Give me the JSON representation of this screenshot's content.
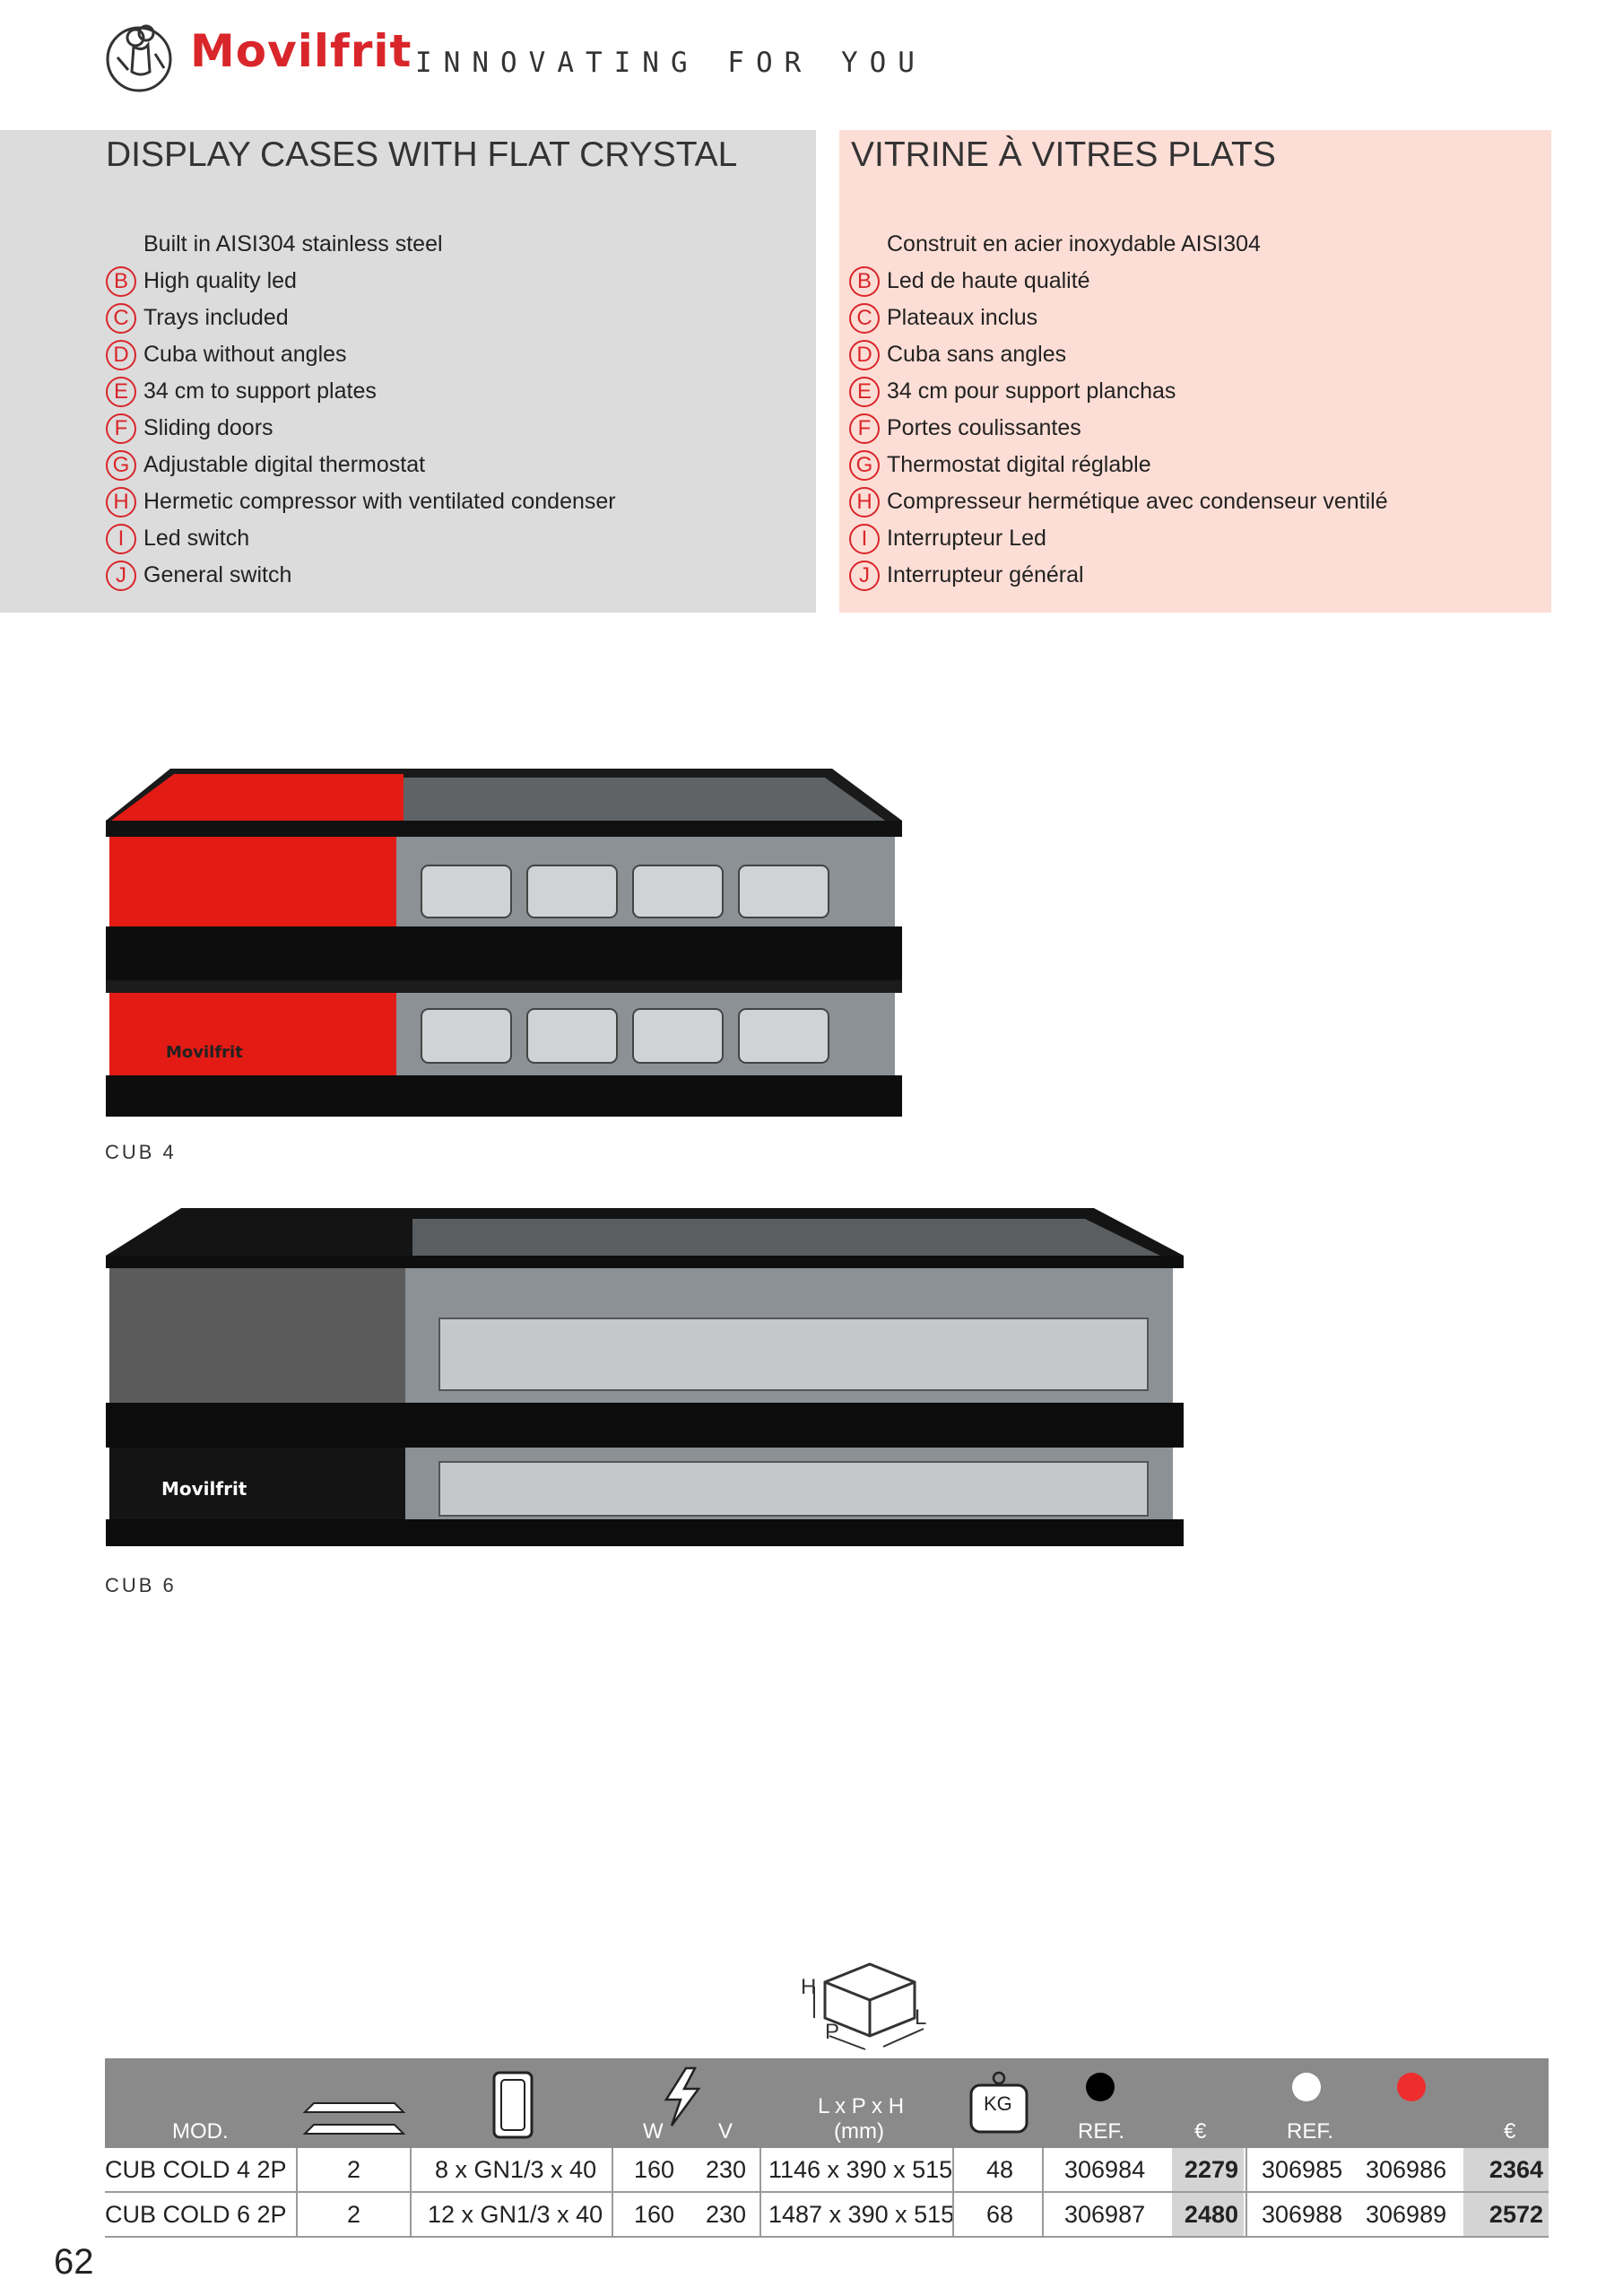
{
  "header": {
    "brand": "Movilfrit",
    "slogan": "INNOVATING FOR YOU"
  },
  "features_en": {
    "title": "DISPLAY CASES WITH FLAT CRYSTAL",
    "items": [
      {
        "letter": "",
        "text": "Built in AISI304 stainless steel"
      },
      {
        "letter": "B",
        "text": "High quality led"
      },
      {
        "letter": "C",
        "text": "Trays included"
      },
      {
        "letter": "D",
        "text": "Cuba without angles"
      },
      {
        "letter": "E",
        "text": "34 cm to support plates"
      },
      {
        "letter": "F",
        "text": "Sliding doors"
      },
      {
        "letter": "G",
        "text": "Adjustable digital thermostat"
      },
      {
        "letter": "H",
        "text": "Hermetic compressor with ventilated condenser"
      },
      {
        "letter": "I",
        "text": "Led switch"
      },
      {
        "letter": "J",
        "text": "General switch"
      }
    ]
  },
  "features_fr": {
    "title": "VITRINE À VITRES PLATS",
    "items": [
      {
        "letter": "",
        "text": "Construit en acier inoxydable AISI304"
      },
      {
        "letter": "B",
        "text": "Led de haute qualité"
      },
      {
        "letter": "C",
        "text": "Plateaux inclus"
      },
      {
        "letter": "D",
        "text": "Cuba sans angles"
      },
      {
        "letter": "E",
        "text": "34 cm pour support planchas"
      },
      {
        "letter": "F",
        "text": "Portes coulissantes"
      },
      {
        "letter": "G",
        "text": "Thermostat digital réglable"
      },
      {
        "letter": "H",
        "text": "Compresseur hermétique avec condenseur ventilé"
      },
      {
        "letter": "I",
        "text": "Interrupteur Led"
      },
      {
        "letter": "J",
        "text": "Interrupteur général"
      }
    ]
  },
  "products": [
    {
      "caption": "CUB 4",
      "panel_color": "red",
      "logo": "Movilfrit"
    },
    {
      "caption": "CUB 6",
      "panel_color": "black",
      "logo": "Movilfrit"
    }
  ],
  "dimension_icon": {
    "h": "H",
    "p": "P",
    "l": "L"
  },
  "table": {
    "headers": {
      "mod": "MOD.",
      "w": "W",
      "v": "V",
      "dims": "L x P x H",
      "dims_unit": "(mm)",
      "kg": "KG",
      "ref1": "REF.",
      "eur1": "€",
      "ref2": "REF.",
      "eur2": "€"
    },
    "color_dots": {
      "black": "#000000",
      "white": "#ffffff",
      "red": "#ee2e2e"
    },
    "rows": [
      {
        "model": "CUB COLD 4 2P",
        "shelves": "2",
        "trays": "8 x GN1/3 x 40",
        "w": "160",
        "v": "230",
        "dims": "1146 x 390 x 515",
        "kg": "48",
        "ref_black": "306984",
        "price1": "2279",
        "ref_white": "306985",
        "ref_red": "306986",
        "price2": "2364"
      },
      {
        "model": "CUB COLD 6 2P",
        "shelves": "2",
        "trays": "12 x GN1/3 x 40",
        "w": "160",
        "v": "230",
        "dims": "1487 x 390 x 515",
        "kg": "68",
        "ref_black": "306987",
        "price1": "2480",
        "ref_white": "306988",
        "ref_red": "306989",
        "price2": "2572"
      }
    ]
  },
  "page_number": "62"
}
